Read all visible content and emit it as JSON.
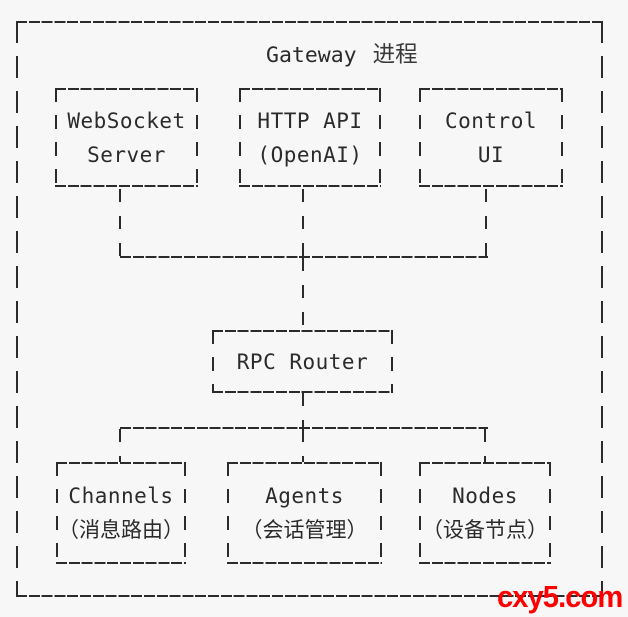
{
  "diagram": {
    "title": {
      "en": "Gateway",
      "zh": "进程"
    }
  },
  "boxes": {
    "websocket": {
      "line1": "WebSocket",
      "line2": "Server"
    },
    "http_api": {
      "line1": "HTTP API",
      "line2": "(OpenAI)"
    },
    "control_ui": {
      "line1": "Control",
      "line2": "UI"
    },
    "rpc_router": {
      "line1": "RPC Router"
    },
    "channels": {
      "line1": "Channels",
      "line2": "（消息路由）"
    },
    "agents": {
      "line1": "Agents",
      "line2": "（会话管理）"
    },
    "nodes": {
      "line1": "Nodes",
      "line2": "（设备节点）"
    }
  },
  "connections": [
    "websocket -> rpc_router",
    "http_api -> rpc_router",
    "control_ui -> rpc_router",
    "rpc_router -> channels",
    "rpc_router -> agents",
    "rpc_router -> nodes"
  ],
  "watermark": {
    "text": "cxy5.com",
    "color": "#ff0000"
  },
  "colors": {
    "ink": "#2b2b2b",
    "background": "#f7f7f8"
  }
}
